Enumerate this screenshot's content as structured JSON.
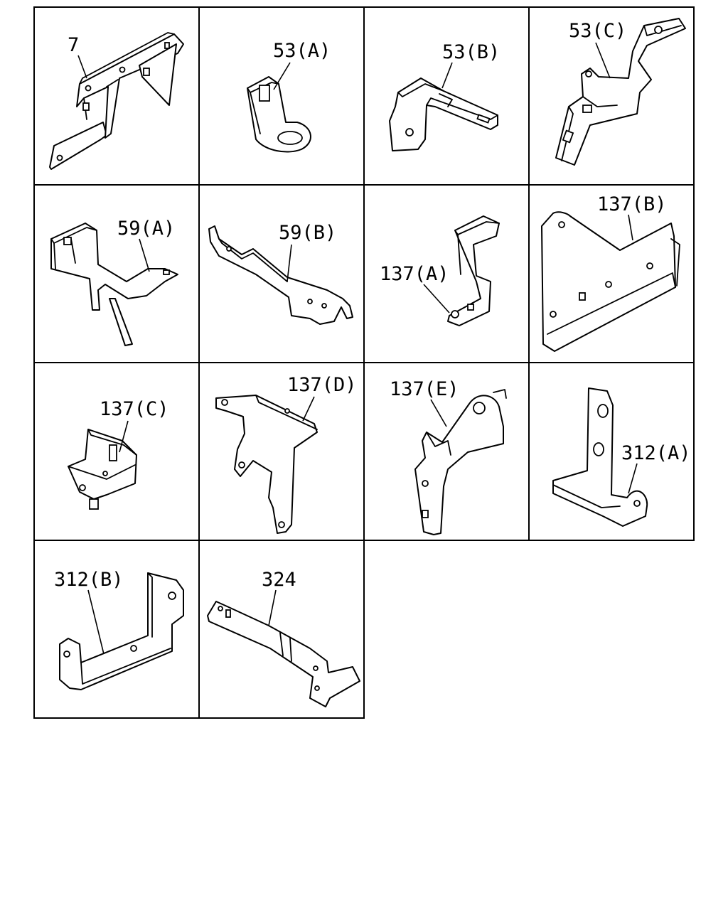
{
  "parts": [
    {
      "key": "p7",
      "label": "7"
    },
    {
      "key": "p53a",
      "label": "53(A)"
    },
    {
      "key": "p53b",
      "label": "53(B)"
    },
    {
      "key": "p53c",
      "label": "53(C)"
    },
    {
      "key": "p59a",
      "label": "59(A)"
    },
    {
      "key": "p59b",
      "label": "59(B)"
    },
    {
      "key": "p137a",
      "label": "137(A)"
    },
    {
      "key": "p137b",
      "label": "137(B)"
    },
    {
      "key": "p137c",
      "label": "137(C)"
    },
    {
      "key": "p137d",
      "label": "137(D)"
    },
    {
      "key": "p137e",
      "label": "137(E)"
    },
    {
      "key": "p312a",
      "label": "312(A)"
    },
    {
      "key": "p312b",
      "label": "312(B)"
    },
    {
      "key": "p324",
      "label": "324"
    }
  ],
  "colors": {
    "line": "#000000",
    "background": "#ffffff"
  }
}
